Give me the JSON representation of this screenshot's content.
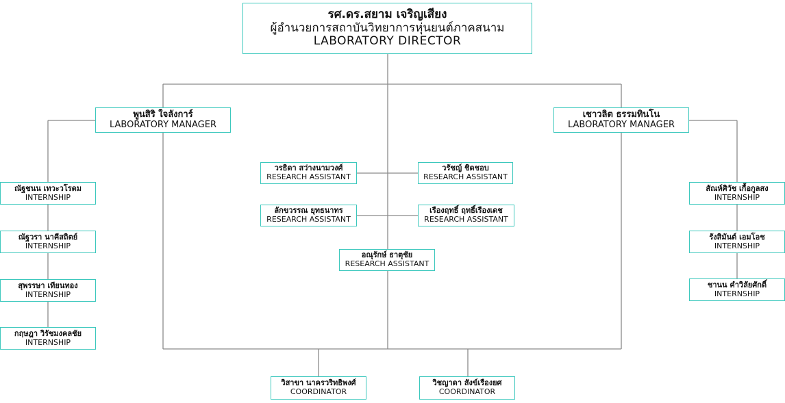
{
  "director": {
    "name": "รศ.ดร.สยาม เจริญเสียง",
    "org": "ผู้อำนวยการสถาบันวิทยาการหุ่นยนต์ภาคสนาม",
    "role": "LABORATORY DIRECTOR"
  },
  "managers": [
    {
      "name": "พูนสิริ ใจลังการ์",
      "role": "LABORATORY MANAGER"
    },
    {
      "name": "เชาวลิต ธรรมทินโน",
      "role": "LABORATORY MANAGER"
    }
  ],
  "research_assistants": [
    {
      "name": "วรธิดา สว่างนามวงศ์",
      "role": "RESEARCH ASSISTANT"
    },
    {
      "name": "วรัชญ์ ชิดชอบ",
      "role": "RESEARCH ASSISTANT"
    },
    {
      "name": "ลักขวรรณ ยุทธนาทร",
      "role": "RESEARCH ASSISTANT"
    },
    {
      "name": "เรืองฤทธิ์ ฤทธิ์เรืองเดช",
      "role": "RESEARCH ASSISTANT"
    },
    {
      "name": "อณุรักษ์ ธาตุชัย",
      "role": "RESEARCH ASSISTANT"
    }
  ],
  "interns_left": [
    {
      "name": "ณัฐชนน เทวะวโรดม",
      "role": "INTERNSHIP"
    },
    {
      "name": "ณัฐวรา นาคีสถิตย์",
      "role": "INTERNSHIP"
    },
    {
      "name": "สุพรรษา เทียนทอง",
      "role": "INTERNSHIP"
    },
    {
      "name": "กฤษฎา วิรัชมงคลชัย",
      "role": "INTERNSHIP"
    }
  ],
  "interns_right": [
    {
      "name": "สัณห์ศิวัช เกื้อกูลสง",
      "role": "INTERNSHIP"
    },
    {
      "name": "รังสิมันต์ เอมโอช",
      "role": "INTERNSHIP"
    },
    {
      "name": "ชานน คำวิลัยศักดิ์",
      "role": "INTERNSHIP"
    }
  ],
  "coordinators": [
    {
      "name": "วิสาขา นาครวริทธิพงศ์",
      "role": "COORDINATOR"
    },
    {
      "name": "วิชญาดา สังข์เรืองยศ",
      "role": "COORDINATOR"
    }
  ],
  "colors": {
    "box_border": "#3cc8bd",
    "connector": "#8a8a8a"
  }
}
